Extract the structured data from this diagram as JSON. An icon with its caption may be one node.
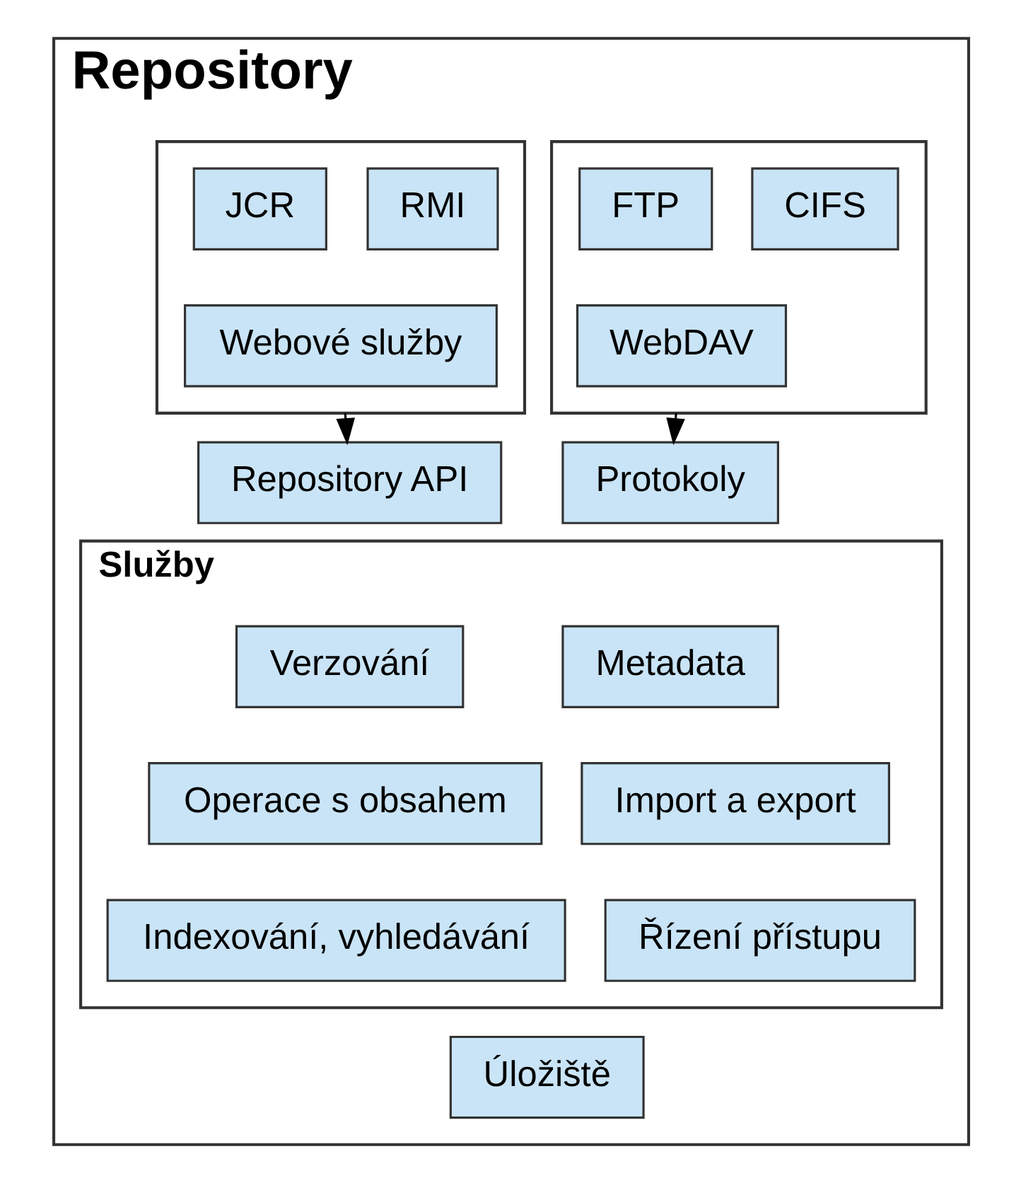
{
  "diagram": {
    "nodes": [
      {
        "text": [
          "Repository"
        ]
      },
      {
        "text": [],
        "shape": "box",
        "in": 0
      },
      {
        "text": [
          "JCR"
        ],
        "in": 1
      },
      {
        "text": [
          "RMI"
        ],
        "in": 1
      },
      {
        "text": [
          "Webové služby"
        ],
        "in": 1
      },
      {
        "text": [],
        "shape": "box",
        "in": 0
      },
      {
        "text": [
          "FTP"
        ],
        "in": 5
      },
      {
        "text": [
          "CIFS"
        ],
        "in": 5
      },
      {
        "text": [
          "WebDAV"
        ],
        "in": 5
      },
      {
        "text": [
          "Repository API"
        ],
        "in": 0
      },
      {
        "text": [
          "Protokoly"
        ],
        "in": 0
      },
      {
        "text": [
          "Služby"
        ],
        "in": 0
      },
      {
        "text": [
          "Verzování"
        ],
        "in": 11
      },
      {
        "text": [
          "Metadata"
        ],
        "in": 11
      },
      {
        "text": [
          "Operace s obsahem"
        ],
        "in": 11
      },
      {
        "text": [
          "Import a export"
        ],
        "in": 11
      },
      {
        "text": [
          "Indexování, vyhledávání"
        ],
        "in": 11
      },
      {
        "text": [
          "Řízení přístupu"
        ],
        "in": 11
      },
      {
        "text": [
          "Úložiště"
        ],
        "in": 0
      }
    ],
    "edges": [
      {
        "from": 1,
        "to": 9,
        "arrow": "to"
      },
      {
        "from": 5,
        "to": 10,
        "arrow": "to"
      }
    ]
  }
}
